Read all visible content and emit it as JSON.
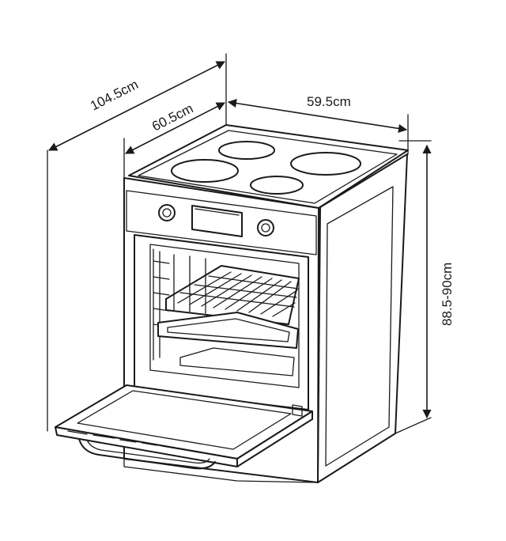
{
  "dimensions": {
    "depth_total": "104.5cm",
    "depth_body": "60.5cm",
    "width": "59.5cm",
    "height": "88.5-90cm"
  }
}
